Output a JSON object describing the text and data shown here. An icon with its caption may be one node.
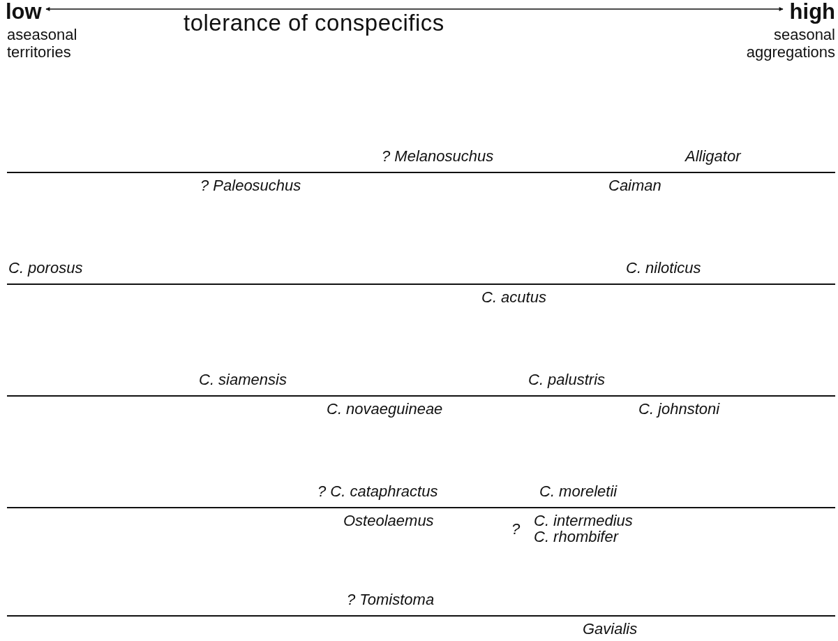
{
  "diagram": {
    "title": "tolerance of conspecifics",
    "labels": [
      "low",
      "high",
      "aseasonal territories",
      "seasonal aggregations",
      "? Melanosuchus",
      "Alligator",
      "? Paleosuchus",
      "Caiman",
      "C. porosus",
      "C. niloticus",
      "C. acutus",
      "C. siamensis",
      "C. palustris",
      "C. novaeguineae",
      "C. johnstoni",
      "? C. cataphractus",
      "C. moreletii",
      "Osteolaemus",
      "?",
      "C. intermedius",
      "C. rhombifer",
      "? Tomistoma",
      "Gavialis"
    ]
  }
}
